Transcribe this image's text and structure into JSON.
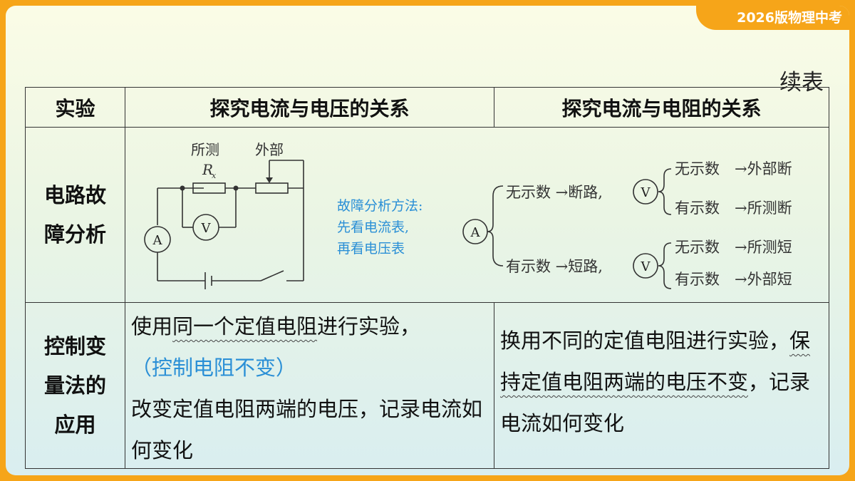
{
  "badge": "2026版物理中考",
  "continued_label": "续表",
  "table": {
    "header": {
      "col0": "实验",
      "col1": "探究电流与电压的关系",
      "col2": "探究电流与电阻的关系"
    },
    "row1": {
      "label_line1": "电路故",
      "label_line2": "障分析",
      "circuit": {
        "label_measured": "所测",
        "label_external": "外部",
        "resistor_symbol": "R",
        "resistor_subscript": "x",
        "ammeter": "A",
        "voltmeter": "V"
      },
      "handwritten_note": [
        "故障分析方法:",
        "先看电流表,",
        "再看电压表"
      ],
      "tree": {
        "root": "A",
        "branch1": "无示数 →断路,",
        "branch2": "有示数 →短路,",
        "meter": "V",
        "b1_sub1": "无示数　→外部断",
        "b1_sub2": "有示数　→所测断",
        "b2_sub1": "无示数　→所测短",
        "b2_sub2": "有示数　→外部短"
      }
    },
    "row2": {
      "label_line1": "控制变",
      "label_line2": "量法的",
      "label_line3": "应用",
      "col1_part1_plain": "使用",
      "col1_part1_wavy": "同一个定值电阻",
      "col1_part1_rest": "进行实验，",
      "col1_note": "（控制电阻不变）",
      "col1_part2": "改变定值电阻两端的电压，记录电流如何变化",
      "col2_part1": "换用不同的定值电阻进行实验，",
      "col2_wavy": "保持定值电阻两端的电压不变",
      "col2_part2": "，记录电流如何变化"
    }
  }
}
